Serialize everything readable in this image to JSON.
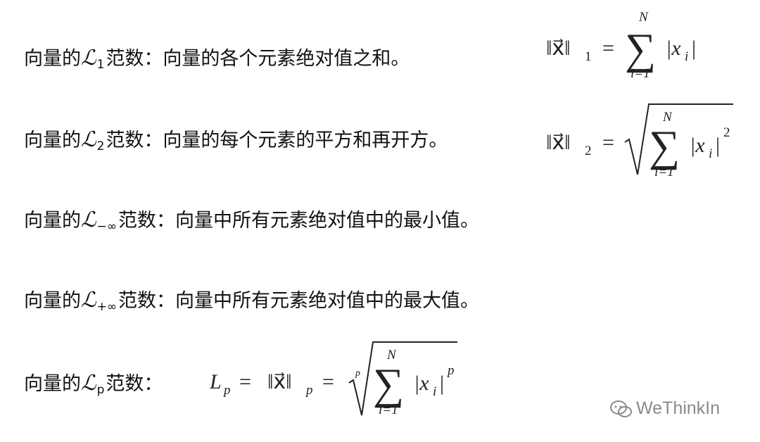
{
  "rows": [
    {
      "prefix": "向量的",
      "symbol": "ℒ",
      "subscript": "1",
      "suffix": "范数：向量的各个元素绝对值之和。"
    },
    {
      "prefix": "向量的",
      "symbol": "ℒ",
      "subscript": "2",
      "suffix": "范数：向量的每个元素的平方和再开方。"
    },
    {
      "prefix": "向量的",
      "symbol": "ℒ",
      "subscript": "−∞",
      "suffix": "范数：向量中所有元素绝对值中的最小值。"
    },
    {
      "prefix": "向量的",
      "symbol": "ℒ",
      "subscript": "+∞",
      "suffix": "范数：向量中所有元素绝对值中的最大值。"
    },
    {
      "prefix": "向量的",
      "symbol": "ℒ",
      "subscript": "p",
      "suffix": "范数："
    }
  ],
  "formulas": {
    "l1": {
      "norm": "‖x⃗‖",
      "sub": "1",
      "eq": "=",
      "upper": "N",
      "lower": "i=1",
      "term": "|x",
      "term_sub": "i",
      "term_end": "|"
    },
    "l2": {
      "norm": "‖x⃗‖",
      "sub": "2",
      "eq": "=",
      "upper": "N",
      "lower": "i=1",
      "term": "|x",
      "term_sub": "i",
      "term_end": "|",
      "power": "2"
    },
    "lp": {
      "lhs": "L",
      "lhs_sub": "p",
      "eq1": "=",
      "norm": "‖x⃗‖",
      "sub": "p",
      "eq2": "=",
      "root_index": "p",
      "upper": "N",
      "lower": "i=1",
      "term": "|x",
      "term_sub": "i",
      "term_end": "|",
      "power": "p"
    }
  },
  "watermark": {
    "text": "WeThinkIn"
  }
}
